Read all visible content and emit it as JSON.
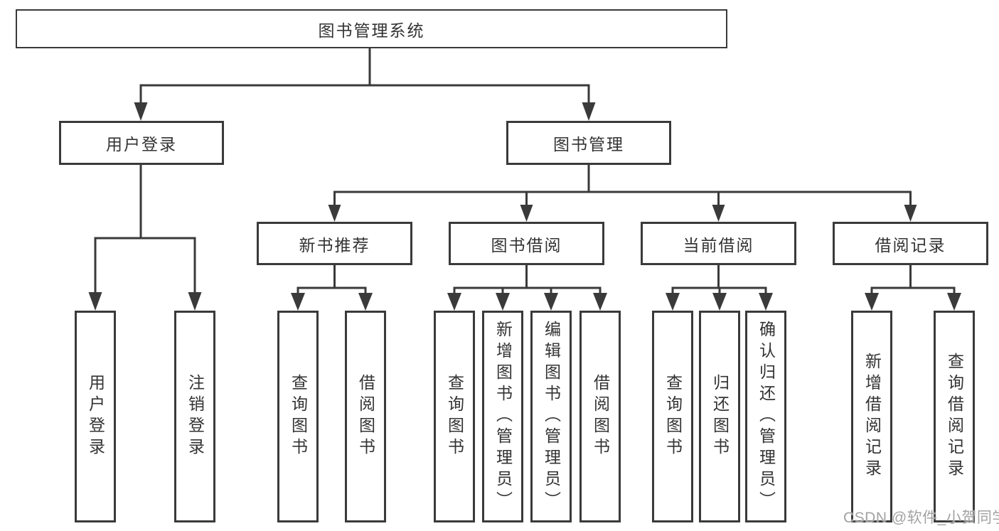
{
  "diagram": {
    "title": "图书管理系统",
    "colors": {
      "line": "#3a3a3a",
      "text": "#333333",
      "background": "#ffffff",
      "watermark": "#a2a2a2"
    },
    "nodes": {
      "root": "图书管理系统",
      "branches": [
        {
          "label": "用户登录",
          "children": [
            "用户登录",
            "注销登录"
          ]
        },
        {
          "label": "图书管理",
          "groups": [
            {
              "label": "新书推荐",
              "children": [
                "查询图书",
                "借阅图书"
              ]
            },
            {
              "label": "图书借阅",
              "children": [
                "查询图书",
                "新增图书（管理员）",
                "编辑图书（管理员）",
                "借阅图书"
              ]
            },
            {
              "label": "当前借阅",
              "children": [
                "查询图书",
                "归还图书",
                "确认归还（管理员）"
              ]
            },
            {
              "label": "借阅记录",
              "children": [
                "新增借阅记录",
                "查询借阅记录"
              ]
            }
          ]
        }
      ]
    },
    "watermark": {
      "text": "CSDN @软件_小贺同学"
    }
  }
}
